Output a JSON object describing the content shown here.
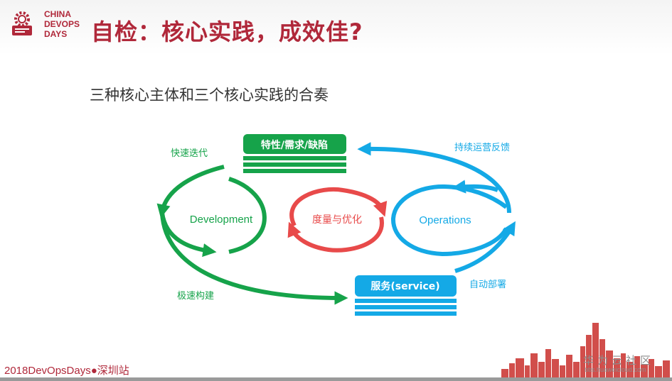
{
  "logo": {
    "line1": "CHINA",
    "line2": "DEVOPS",
    "line3": "DAYS",
    "color": "#b0283a"
  },
  "slide": {
    "title": "自检：核心实践，成效佳?",
    "subtitle": "三种核心主体和三个核心实践的合奏"
  },
  "diagram": {
    "boxes": {
      "features": "特性/需求/缺陷",
      "service": "服务(service)"
    },
    "cycles": {
      "development": "Development",
      "metrics": "度量与优化",
      "operations": "Operations"
    },
    "arrows": {
      "fast_iteration": "快速迭代",
      "rapid_build": "极速构建",
      "auto_deploy": "自动部署",
      "ops_feedback": "持续运营反馈"
    },
    "colors": {
      "green": "#16a34a",
      "red": "#e84a4a",
      "blue": "#14a9e6",
      "title_red": "#b0283a"
    }
  },
  "footer": {
    "event": "2018DevOpsDays●深圳站"
  },
  "watermark": {
    "brand": "华为云社区",
    "url": "bbs.huaweicloud.com"
  }
}
